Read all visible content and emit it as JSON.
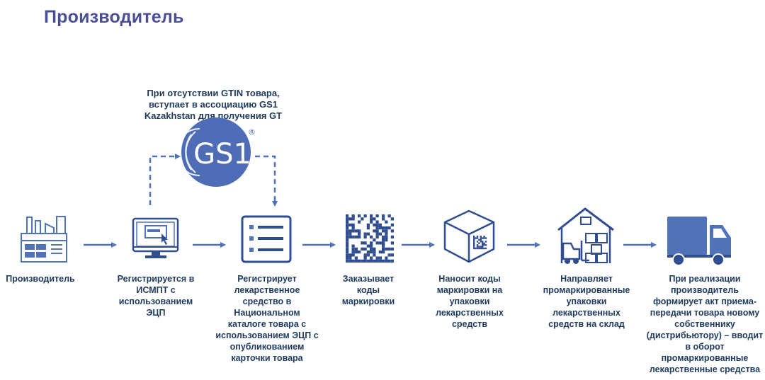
{
  "title": "Производитель",
  "gs1": {
    "note": "При отсутствии GTIN товара, вступает в ассоциацию GS1 Kazakhstan для получения GT",
    "logo_text": "GS1",
    "registered_mark": "®"
  },
  "steps": [
    {
      "label": "Производитель",
      "icon": "factory-icon"
    },
    {
      "label": "Регистрируется в ИСМПТ с использованием ЭЦП",
      "icon": "computer-monitor-icon"
    },
    {
      "label": "Регистрирует лекарственное средство в Национальном каталоге товара с использованием ЭЦП с опубликованием карточки товара",
      "icon": "catalog-list-icon"
    },
    {
      "label": "Заказывает коды маркировки",
      "icon": "datamatrix-code-icon"
    },
    {
      "label": "Наносит коды маркировки на упаковки лекарственных средств",
      "icon": "marked-box-icon"
    },
    {
      "label": "Направляет промаркированные упаковки лекарственных средств на склад",
      "icon": "warehouse-forklift-icon"
    },
    {
      "label": "При реализации производитель формирует акт приема-передачи товара новому собственнику (дистрибьютору) – вводит в оборот промаркированные лекарственные средства",
      "icon": "delivery-truck-icon"
    }
  ],
  "colors": {
    "title": "#4a4f95",
    "text": "#1f3a5f",
    "icon": "#4f72b8",
    "icon_dark": "#2f4d8f"
  }
}
